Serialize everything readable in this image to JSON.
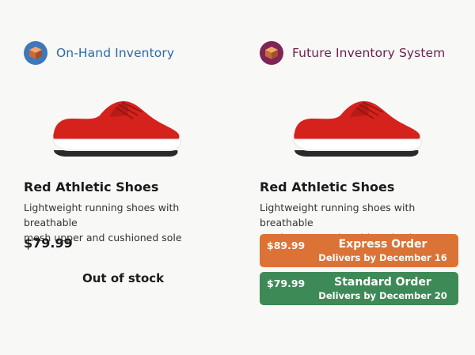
{
  "colors": {
    "background": "#f8f8f7",
    "left_header_text": "#2a6aa6",
    "left_badge": "#3c78ba",
    "right_header_text": "#6b1f4d",
    "right_badge": "#7e2457",
    "express_button": "#db7337",
    "standard_button": "#3e8a57",
    "shoe_upper": "#d6221d",
    "shoe_sole": "#ffffff"
  },
  "left_panel": {
    "header": {
      "title": "On-Hand Inventory",
      "icon": "box-icon"
    },
    "product": {
      "image": "red-shoe-image",
      "name": "Red Athletic Shoes",
      "description_line1": "Lightweight running shoes with  breathable",
      "description_line2": "mesh upper and cushioned sole",
      "price": "$79.99"
    },
    "stock_status": "Out of stock"
  },
  "right_panel": {
    "header": {
      "title": "Future Inventory System",
      "icon": "box-icon"
    },
    "product": {
      "image": "red-shoe-image",
      "name": "Red Athletic Shoes",
      "description_line1": "Lightweight running shoes with breathable",
      "description_line2": "mesh upper and cushioned sole"
    },
    "orders": [
      {
        "price": "$89.99",
        "title": "Express Order",
        "delivery": "Delivers by December 16"
      },
      {
        "price": "$79.99",
        "title": "Standard Order",
        "delivery": "Delivers by December 20"
      }
    ]
  }
}
